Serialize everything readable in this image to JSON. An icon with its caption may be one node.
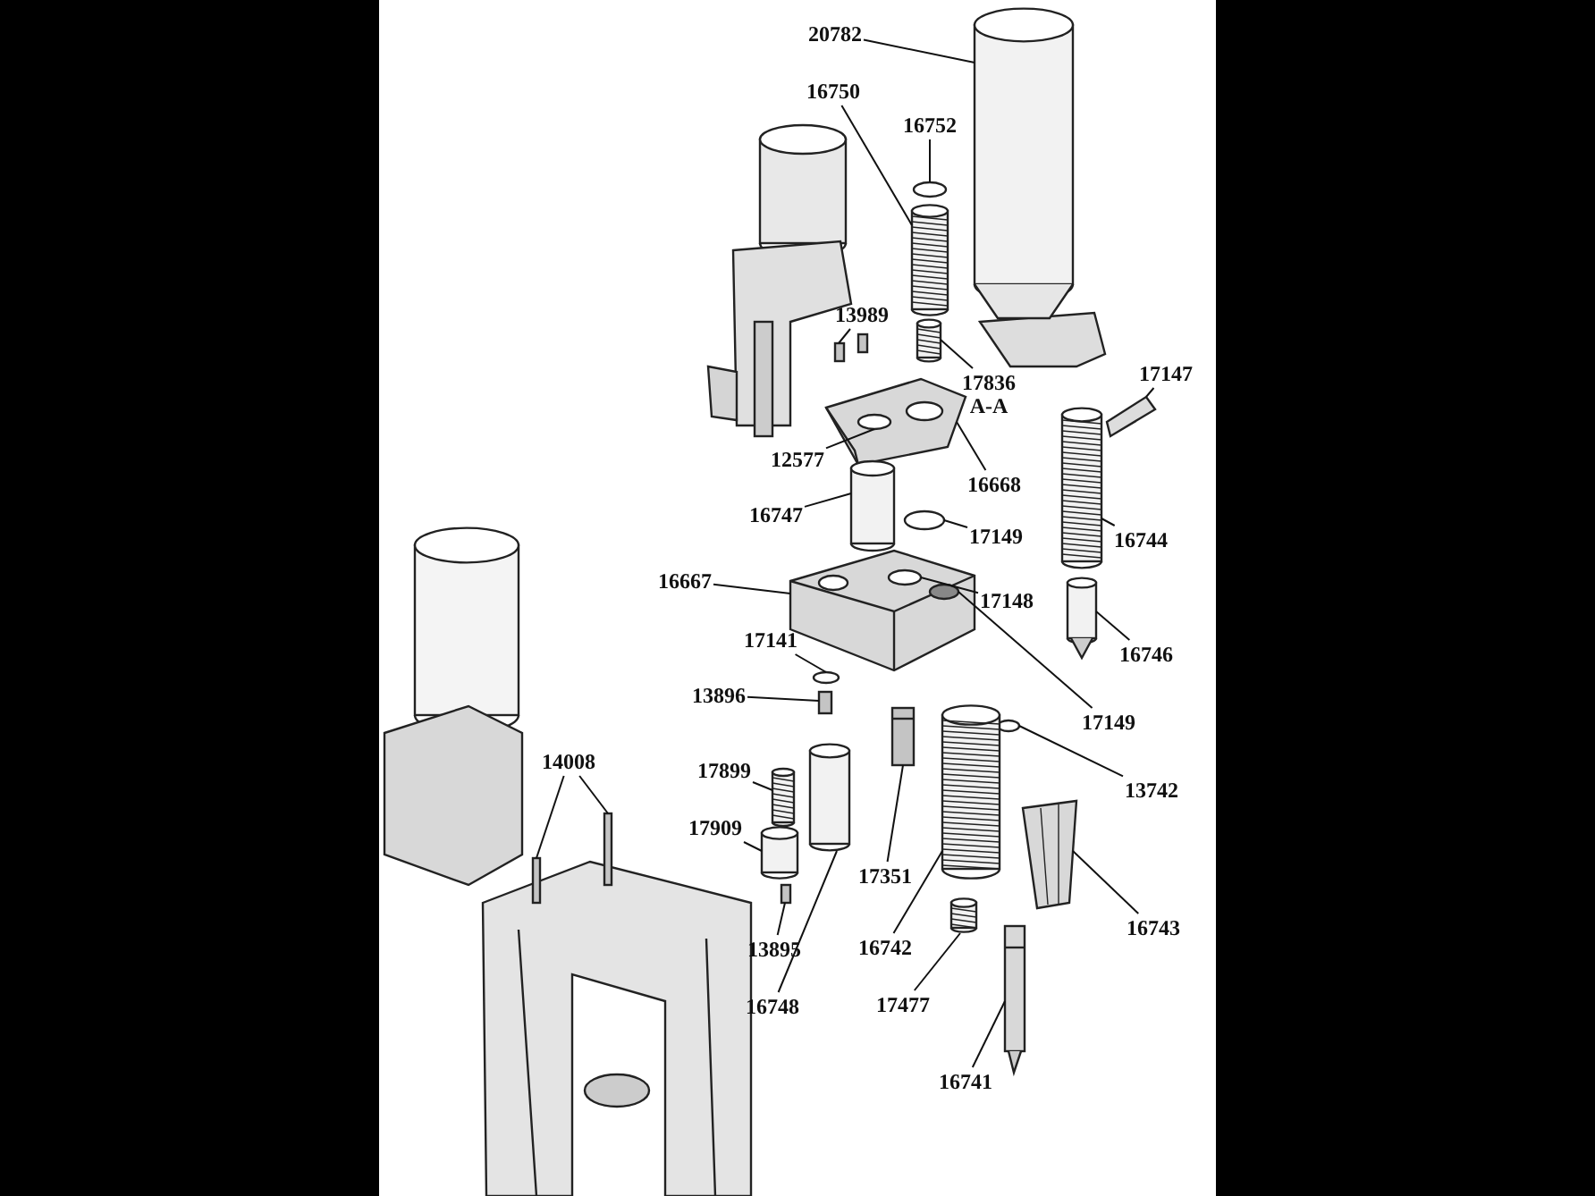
{
  "diagram": {
    "nodes": [
      {
        "text": [
          "20782"
        ]
      },
      {
        "text": [
          "16750"
        ]
      },
      {
        "text": [
          "16752"
        ]
      },
      {
        "text": [
          "13989"
        ]
      },
      {
        "text": [
          "17836"
        ]
      },
      {
        "text": [
          "17147"
        ]
      },
      {
        "text": [
          "12577"
        ]
      },
      {
        "text": [
          "16668"
        ]
      },
      {
        "text": [
          "16747"
        ]
      },
      {
        "text": [
          "16744"
        ]
      },
      {
        "text": [
          "17149"
        ]
      },
      {
        "text": [
          "16667"
        ]
      },
      {
        "text": [
          "17148"
        ]
      },
      {
        "text": [
          "16746"
        ]
      },
      {
        "text": [
          "17141"
        ]
      },
      {
        "text": [
          "13896"
        ]
      },
      {
        "text": [
          "17149"
        ]
      },
      {
        "text": [
          "13742"
        ]
      },
      {
        "text": [
          "14008"
        ]
      },
      {
        "text": [
          "17899"
        ]
      },
      {
        "text": [
          "17909"
        ]
      },
      {
        "text": [
          "17351"
        ]
      },
      {
        "text": [
          "16742"
        ]
      },
      {
        "text": [
          "16743"
        ]
      },
      {
        "text": [
          "13895"
        ]
      },
      {
        "text": [
          "16748"
        ]
      },
      {
        "text": [
          "17477"
        ]
      },
      {
        "text": [
          "16741"
        ]
      },
      {
        "text": [],
        "shape": "cylinder"
      },
      {
        "text": [],
        "shape": "cylinder"
      },
      {
        "text": [],
        "shape": "circle"
      },
      {
        "text": [],
        "shape": "box"
      },
      {
        "text": [],
        "shape": "cylinder"
      },
      {
        "text": [],
        "shape": "bar"
      },
      {
        "text": [],
        "shape": "circle",
        "in": 35
      },
      {
        "text": [],
        "shape": "picture"
      },
      {
        "text": [],
        "shape": "cylinder"
      },
      {
        "text": [],
        "shape": "cylinder"
      },
      {
        "text": [],
        "shape": "circle"
      },
      {
        "text": [],
        "shape": "picture"
      },
      {
        "text": [],
        "shape": "circle",
        "in": 39
      },
      {
        "text": [],
        "shape": "cylinder"
      },
      {
        "text": [],
        "shape": "circle"
      },
      {
        "text": [],
        "shape": "box"
      },
      {
        "text": [],
        "shape": "circle",
        "in": 39
      },
      {
        "text": [],
        "shape": "circle"
      },
      {
        "text": [],
        "shape": "box"
      },
      {
        "text": [],
        "shape": "box"
      },
      {
        "text": [],
        "shape": "cylinder"
      },
      {
        "text": [],
        "shape": "cylinder"
      },
      {
        "text": [],
        "shape": "box"
      },
      {
        "text": [],
        "shape": "cylinder"
      },
      {
        "text": [],
        "shape": "picture"
      },
      {
        "text": [],
        "shape": "box"
      },
      {
        "text": [],
        "shape": "cylinder"
      },
      {
        "text": [],
        "shape": "cylinder"
      },
      {
        "text": [],
        "shape": "picture"
      }
    ],
    "edges": [
      {
        "from": 0,
        "to": 28,
        "arrow": "none"
      },
      {
        "from": 1,
        "to": 29,
        "arrow": "none"
      },
      {
        "from": 2,
        "to": 30,
        "arrow": "none"
      },
      {
        "from": 3,
        "to": 31,
        "arrow": "none"
      },
      {
        "from": 4,
        "to": 32,
        "arrow": "none"
      },
      {
        "from": 5,
        "to": 33,
        "arrow": "none"
      },
      {
        "from": 6,
        "to": 34,
        "arrow": "none"
      },
      {
        "from": 7,
        "to": 35,
        "arrow": "none"
      },
      {
        "from": 8,
        "to": 36,
        "arrow": "none"
      },
      {
        "from": 9,
        "to": 37,
        "arrow": "none"
      },
      {
        "from": 10,
        "to": 38,
        "arrow": "none"
      },
      {
        "from": 11,
        "to": 39,
        "arrow": "none"
      },
      {
        "from": 12,
        "to": 40,
        "arrow": "none"
      },
      {
        "from": 13,
        "to": 41,
        "arrow": "none"
      },
      {
        "from": 14,
        "to": 42,
        "arrow": "none"
      },
      {
        "from": 15,
        "to": 43,
        "arrow": "none"
      },
      {
        "from": 16,
        "to": 44,
        "arrow": "none"
      },
      {
        "from": 17,
        "to": 45,
        "arrow": "none"
      },
      {
        "from": 18,
        "to": 46,
        "arrow": "none"
      },
      {
        "from": 18,
        "to": 47,
        "arrow": "none"
      },
      {
        "from": 19,
        "to": 48,
        "arrow": "none"
      },
      {
        "from": 20,
        "to": 49,
        "arrow": "none"
      },
      {
        "from": 21,
        "to": 50,
        "arrow": "none"
      },
      {
        "from": 22,
        "to": 51,
        "arrow": "none"
      },
      {
        "from": 23,
        "to": 52,
        "arrow": "none"
      },
      {
        "from": 24,
        "to": 53,
        "arrow": "none"
      },
      {
        "from": 25,
        "to": 54,
        "arrow": "none"
      },
      {
        "from": 26,
        "to": 55,
        "arrow": "none"
      },
      {
        "from": 27,
        "to": 56,
        "arrow": "none"
      }
    ],
    "labels": [
      "A-A"
    ]
  }
}
